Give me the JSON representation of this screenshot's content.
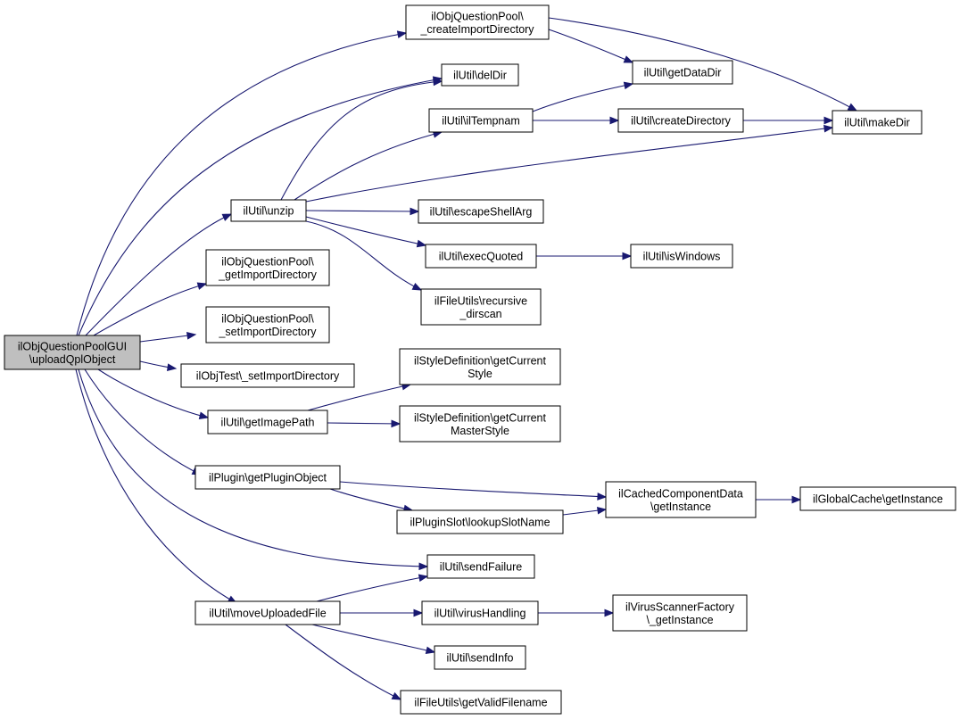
{
  "graph": {
    "nodes": [
      {
        "id": "root",
        "lines": [
          "ilObjQuestionPoolGUI",
          "\\uploadQplObject"
        ],
        "root": true
      },
      {
        "id": "createImportDir",
        "lines": [
          "ilObjQuestionPool\\",
          "_createImportDirectory"
        ]
      },
      {
        "id": "delDir",
        "lines": [
          "ilUtil\\delDir"
        ]
      },
      {
        "id": "getDataDir",
        "lines": [
          "ilUtil\\getDataDir"
        ]
      },
      {
        "id": "ilTempnam",
        "lines": [
          "ilUtil\\ilTempnam"
        ]
      },
      {
        "id": "createDirectory",
        "lines": [
          "ilUtil\\createDirectory"
        ]
      },
      {
        "id": "makeDir",
        "lines": [
          "ilUtil\\makeDir"
        ]
      },
      {
        "id": "unzip",
        "lines": [
          "ilUtil\\unzip"
        ]
      },
      {
        "id": "escapeShellArg",
        "lines": [
          "ilUtil\\escapeShellArg"
        ]
      },
      {
        "id": "execQuoted",
        "lines": [
          "ilUtil\\execQuoted"
        ]
      },
      {
        "id": "isWindows",
        "lines": [
          "ilUtil\\isWindows"
        ]
      },
      {
        "id": "recursiveDirscan",
        "lines": [
          "ilFileUtils\\recursive",
          "_dirscan"
        ]
      },
      {
        "id": "getImportDir",
        "lines": [
          "ilObjQuestionPool\\",
          "_getImportDirectory"
        ]
      },
      {
        "id": "setImportDirQP",
        "lines": [
          "ilObjQuestionPool\\",
          "_setImportDirectory"
        ]
      },
      {
        "id": "setImportDirTest",
        "lines": [
          "ilObjTest\\_setImportDirectory"
        ]
      },
      {
        "id": "getCurrentStyle",
        "lines": [
          "ilStyleDefinition\\getCurrent",
          "Style"
        ]
      },
      {
        "id": "getImagePath",
        "lines": [
          "ilUtil\\getImagePath"
        ]
      },
      {
        "id": "getCurrentMasterStyle",
        "lines": [
          "ilStyleDefinition\\getCurrent",
          "MasterStyle"
        ]
      },
      {
        "id": "getPluginObject",
        "lines": [
          "ilPlugin\\getPluginObject"
        ]
      },
      {
        "id": "cachedComponentData",
        "lines": [
          "ilCachedComponentData",
          "\\getInstance"
        ]
      },
      {
        "id": "globalCache",
        "lines": [
          "ilGlobalCache\\getInstance"
        ]
      },
      {
        "id": "lookupSlotName",
        "lines": [
          "ilPluginSlot\\lookupSlotName"
        ]
      },
      {
        "id": "sendFailure",
        "lines": [
          "ilUtil\\sendFailure"
        ]
      },
      {
        "id": "moveUploadedFile",
        "lines": [
          "ilUtil\\moveUploadedFile"
        ]
      },
      {
        "id": "virusHandling",
        "lines": [
          "ilUtil\\virusHandling"
        ]
      },
      {
        "id": "virusScannerFactory",
        "lines": [
          "ilVirusScannerFactory",
          "\\_getInstance"
        ]
      },
      {
        "id": "sendInfo",
        "lines": [
          "ilUtil\\sendInfo"
        ]
      },
      {
        "id": "getValidFilename",
        "lines": [
          "ilFileUtils\\getValidFilename"
        ]
      }
    ],
    "edges": [
      [
        "root",
        "createImportDir"
      ],
      [
        "root",
        "delDir"
      ],
      [
        "root",
        "unzip"
      ],
      [
        "root",
        "getImportDir"
      ],
      [
        "root",
        "setImportDirQP"
      ],
      [
        "root",
        "setImportDirTest"
      ],
      [
        "root",
        "getImagePath"
      ],
      [
        "root",
        "getPluginObject"
      ],
      [
        "root",
        "sendFailure"
      ],
      [
        "root",
        "moveUploadedFile"
      ],
      [
        "createImportDir",
        "getDataDir"
      ],
      [
        "createImportDir",
        "makeDir"
      ],
      [
        "ilTempnam",
        "getDataDir"
      ],
      [
        "ilTempnam",
        "createDirectory"
      ],
      [
        "createDirectory",
        "makeDir"
      ],
      [
        "unzip",
        "delDir"
      ],
      [
        "unzip",
        "ilTempnam"
      ],
      [
        "unzip",
        "makeDir"
      ],
      [
        "unzip",
        "escapeShellArg"
      ],
      [
        "unzip",
        "execQuoted"
      ],
      [
        "unzip",
        "recursiveDirscan"
      ],
      [
        "execQuoted",
        "isWindows"
      ],
      [
        "getImagePath",
        "getCurrentStyle"
      ],
      [
        "getImagePath",
        "getCurrentMasterStyle"
      ],
      [
        "getPluginObject",
        "cachedComponentData"
      ],
      [
        "getPluginObject",
        "lookupSlotName"
      ],
      [
        "lookupSlotName",
        "cachedComponentData"
      ],
      [
        "cachedComponentData",
        "globalCache"
      ],
      [
        "moveUploadedFile",
        "sendFailure"
      ],
      [
        "moveUploadedFile",
        "virusHandling"
      ],
      [
        "moveUploadedFile",
        "sendInfo"
      ],
      [
        "moveUploadedFile",
        "getValidFilename"
      ],
      [
        "virusHandling",
        "virusScannerFactory"
      ]
    ]
  }
}
